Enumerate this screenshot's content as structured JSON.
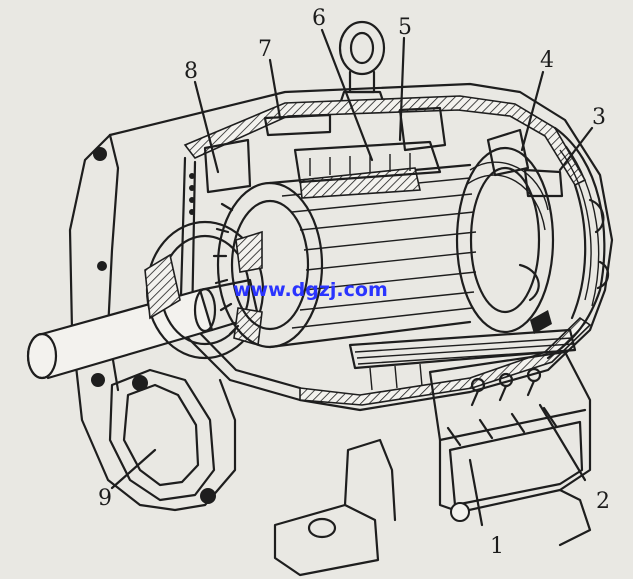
{
  "watermark": "www.dgzj.com",
  "labels": {
    "l1": "1",
    "l2": "2",
    "l3": "3",
    "l4": "4",
    "l5": "5",
    "l6": "6",
    "l7": "7",
    "l8": "8",
    "l9": "9"
  },
  "colors": {
    "ink": "#1e1e1e",
    "paper": "#e9e8e3",
    "watermark": "#2a34ff"
  }
}
